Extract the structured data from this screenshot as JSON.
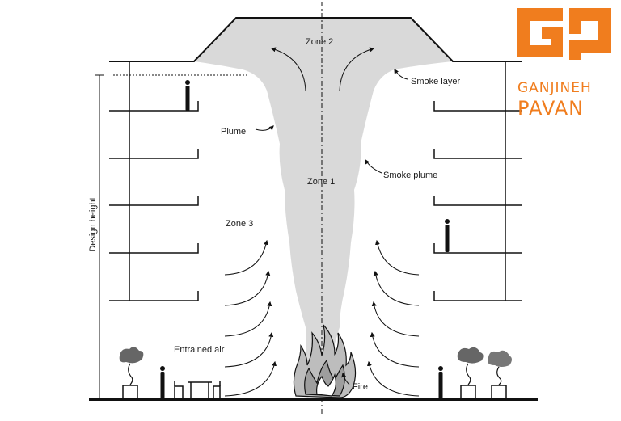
{
  "labels": {
    "zone2": "Zone 2",
    "zone1": "Zone 1",
    "zone3": "Zone 3",
    "smoke_layer": "Smoke layer",
    "plume": "Plume",
    "smoke_plume": "Smoke plume",
    "design_height": "Design height",
    "entrained_air": "Entrained air",
    "fire": "Fire"
  },
  "logo": {
    "line1": "GANJINEH",
    "line2": "PAVAN",
    "color": "#f07d1e"
  },
  "colors": {
    "smoke": "#d9d9d9",
    "line": "#111111",
    "fire": "#bdbdbd"
  }
}
